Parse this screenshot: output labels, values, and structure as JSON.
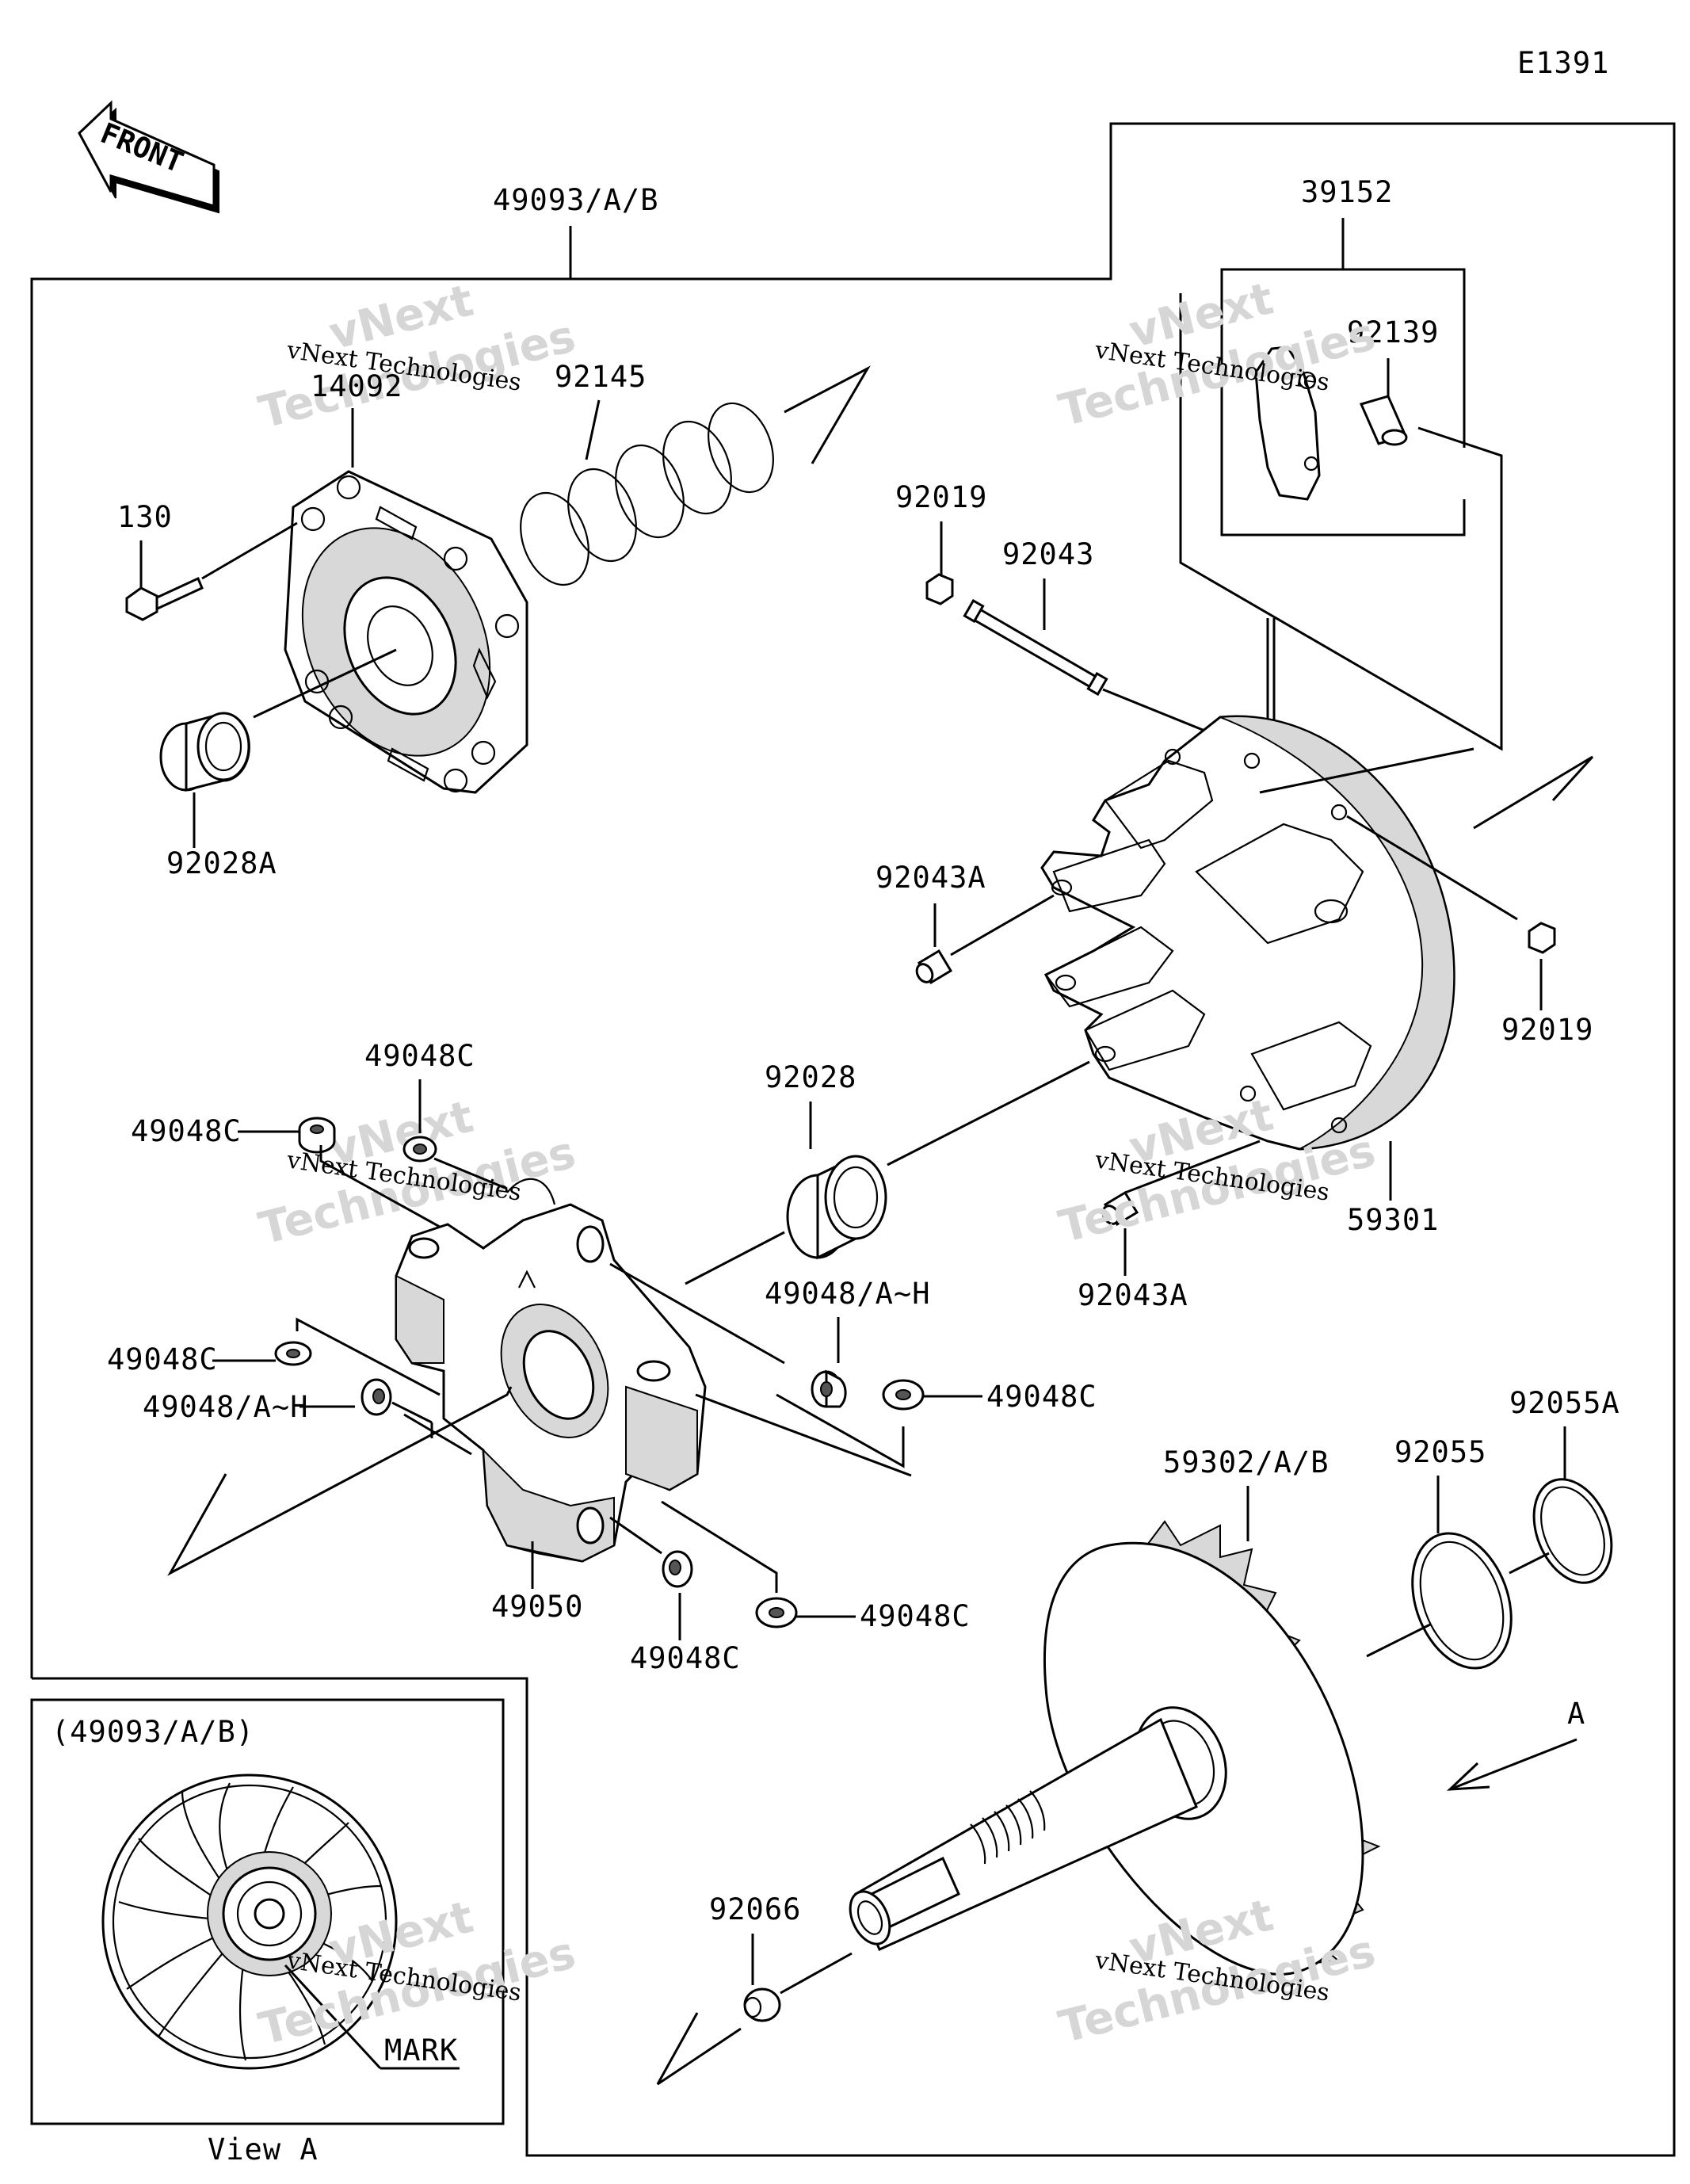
{
  "diagram_code": "E1391",
  "front_label": "FRONT",
  "watermark": {
    "line1": "vNext",
    "line2": "Technologies",
    "caption": "vNext Technologies"
  },
  "labels": {
    "p49093": "49093/A/B",
    "p39152": "39152",
    "p92139": "92139",
    "p14092": "14092",
    "p92145": "92145",
    "p130": "130",
    "p92028A": "92028A",
    "p92019_top": "92019",
    "p92043": "92043",
    "p92043A_upper": "92043A",
    "p92019_right": "92019",
    "p49048C_1": "49048C",
    "p49048C_2": "49048C",
    "p92028": "92028",
    "p59301": "59301",
    "p92043A_lower": "92043A",
    "p49048AH_1": "49048/A~H",
    "p49048C_3": "49048C",
    "p49048AH_2": "49048/A~H",
    "p49048C_4": "49048C",
    "p49050": "49050",
    "p49048C_5": "49048C",
    "p49048C_6": "49048C",
    "p59302": "59302/A/B",
    "p92055": "92055",
    "p92055A": "92055A",
    "pA": "A",
    "p92066": "92066"
  },
  "inset": {
    "title": "(49093/A/B)",
    "mark_label": "MARK",
    "view_label": "View A"
  }
}
